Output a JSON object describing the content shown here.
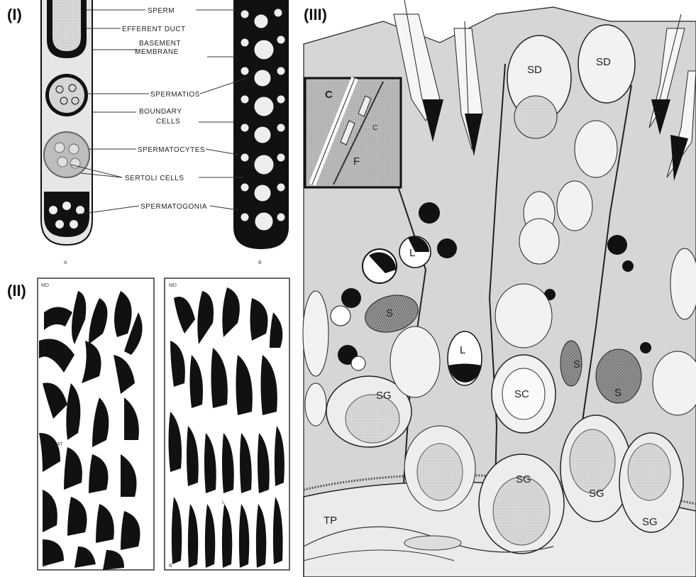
{
  "panels": {
    "panel1": {
      "label": "(I)",
      "callouts": [
        "SPERM",
        "EFFERENT DUCT",
        "BASEMENT",
        "MEMBRANE",
        "SPERMATIOS",
        "BOUNDARY",
        "CELLS",
        "SPERMATOCYTES",
        "SERTOLI CELLS",
        "SPERMATOGONIA"
      ],
      "sublabels": [
        "A",
        "B"
      ]
    },
    "panel2": {
      "label": "(II)",
      "corner_labels": [
        "MD",
        "MD"
      ],
      "inner_labels": [
        "AT",
        "L"
      ],
      "sublabels": [
        "A",
        "B"
      ]
    },
    "panel3": {
      "label": "(III)",
      "inset_labels": [
        "C",
        "C",
        "F"
      ],
      "cell_labels": [
        "SD",
        "SD",
        "L",
        "L",
        "S",
        "S",
        "S",
        "SC",
        "SG",
        "SG",
        "SG",
        "SG",
        "TP"
      ]
    }
  },
  "colors": {
    "ink": "#111111",
    "cytoplasm": "#d6d6d6",
    "inset_bg": "#c9c9c9",
    "background": "#ffffff"
  }
}
